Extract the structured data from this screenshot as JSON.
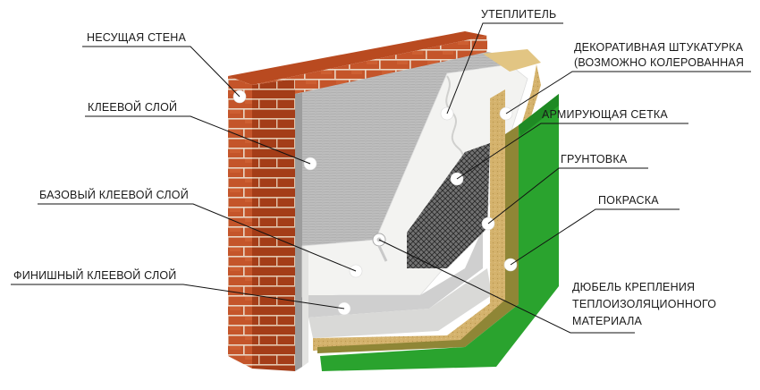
{
  "labels": {
    "load_bearing_wall": "НЕСУЩАЯ СТЕНА",
    "adhesive_layer": "КЛЕЕВОЙ СЛОЙ",
    "base_adhesive_layer": "БАЗОВЫЙ КЛЕЕВОЙ СЛОЙ",
    "finish_adhesive_layer": "ФИНИШНЫЙ КЛЕЕВОЙ СЛОЙ",
    "insulation": "УТЕПЛИТЕЛЬ",
    "decorative_plaster_line1": "ДЕКОРАТИВНАЯ ШТУКАТУРКА",
    "decorative_plaster_line2": "(ВОЗМОЖНО КОЛЕРОВАННАЯ",
    "reinforcing_mesh": "АРМИРУЮЩАЯ СЕТКА",
    "primer": "ГРУНТОВКА",
    "paint": "ПОКРАСКА",
    "dowel_line1": "ДЮБЕЛЬ КРЕПЛЕНИЯ",
    "dowel_line2": "ТЕПЛОИЗОЛЯЦИОННОГО",
    "dowel_line3": "МАТЕРИАЛА"
  },
  "colors": {
    "brick": "#c4552a",
    "brick_dark": "#8e3416",
    "mortar": "#e9d6c4",
    "adhesive_grey": "#b9b9b9",
    "insulation_white": "#f1f1ef",
    "mesh": "#3a3a3a",
    "plaster_sand": "#d8b775",
    "primer_olive": "#9a8f3c",
    "paint_green": "#2aa32e"
  }
}
